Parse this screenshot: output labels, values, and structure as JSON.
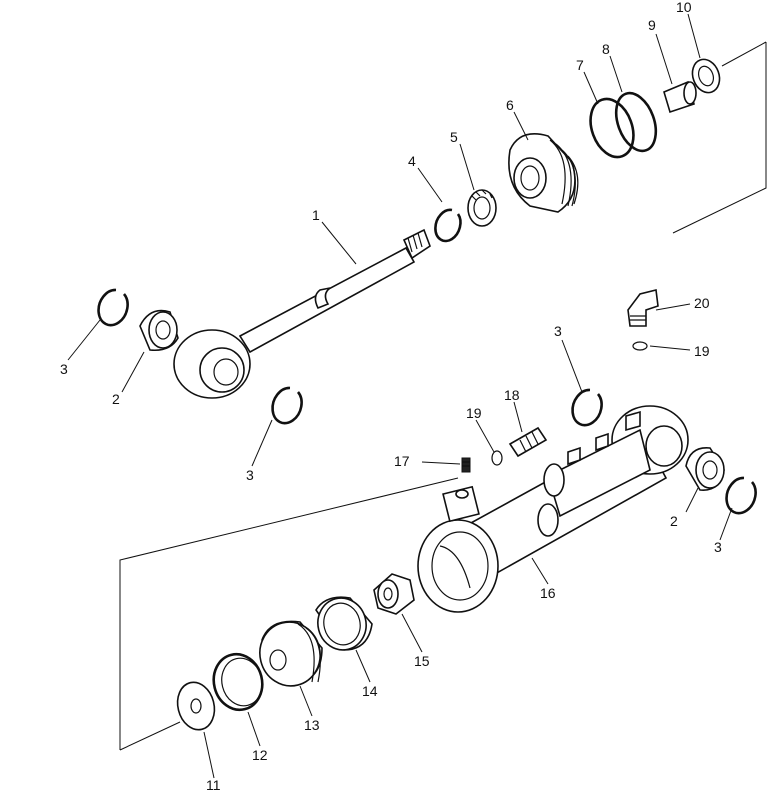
{
  "callouts": {
    "c1": "1",
    "c2a": "2",
    "c2b": "2",
    "c3a": "3",
    "c3b": "3",
    "c3c": "3",
    "c3d": "3",
    "c4": "4",
    "c5": "5",
    "c6": "6",
    "c7": "7",
    "c8": "8",
    "c9": "9",
    "c10": "10",
    "c11": "11",
    "c12": "12",
    "c13": "13",
    "c14": "14",
    "c15": "15",
    "c16": "16",
    "c17": "17",
    "c18": "18",
    "c19a": "19",
    "c19b": "19",
    "c20": "20"
  }
}
